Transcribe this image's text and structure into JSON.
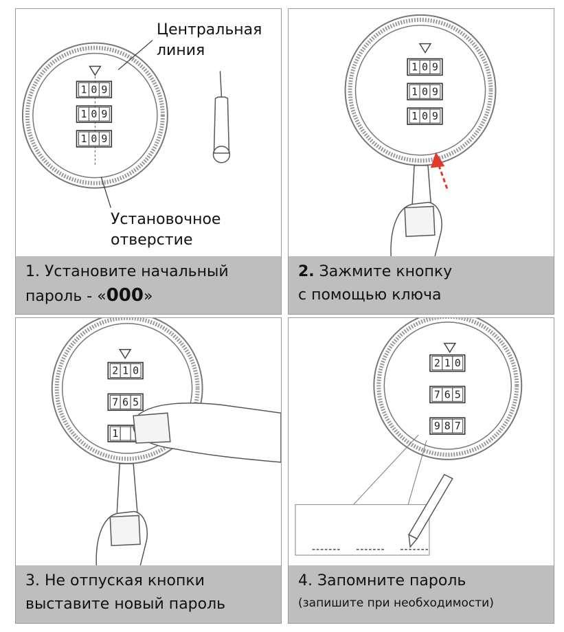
{
  "panel1": {
    "label_center_line1": "Центральная",
    "label_center_line2": "линия",
    "label_hole_line1": "Установочное",
    "label_hole_line2": "отверстие",
    "dials": [
      [
        "1",
        "0",
        "9"
      ],
      [
        "1",
        "0",
        "9"
      ],
      [
        "1",
        "0",
        "9"
      ]
    ],
    "caption_line1": "1. Установите начальный",
    "caption_line2_prefix": "пароль - «",
    "caption_code": "000",
    "caption_line2_suffix": "»"
  },
  "panel2": {
    "dials": [
      [
        "1",
        "0",
        "9"
      ],
      [
        "1",
        "0",
        "9"
      ],
      [
        "1",
        "0",
        "9"
      ]
    ],
    "caption_num": "2.",
    "caption_line1": "Зажмите кнопку",
    "caption_line2": "с помощью ключа"
  },
  "panel3": {
    "dials": [
      [
        "2",
        "1",
        "0"
      ],
      [
        "7",
        "6",
        "5"
      ],
      [
        "1",
        "",
        ""
      ]
    ],
    "caption_line1": "3. Не отпуская кнопки",
    "caption_line2": "выставите новый пароль"
  },
  "panel4": {
    "dials": [
      [
        "2",
        "1",
        "0"
      ],
      [
        "7",
        "6",
        "5"
      ],
      [
        "9",
        "8",
        "7"
      ]
    ],
    "note_blanks": [
      "-------",
      "-------",
      "-------"
    ],
    "caption_line1": "4. Запомните пароль",
    "caption_line2": "(запишите при необходимости)"
  },
  "colors": {
    "caption_bg": "#bebebe",
    "arrow": "#e03a2a",
    "line": "#555555"
  }
}
